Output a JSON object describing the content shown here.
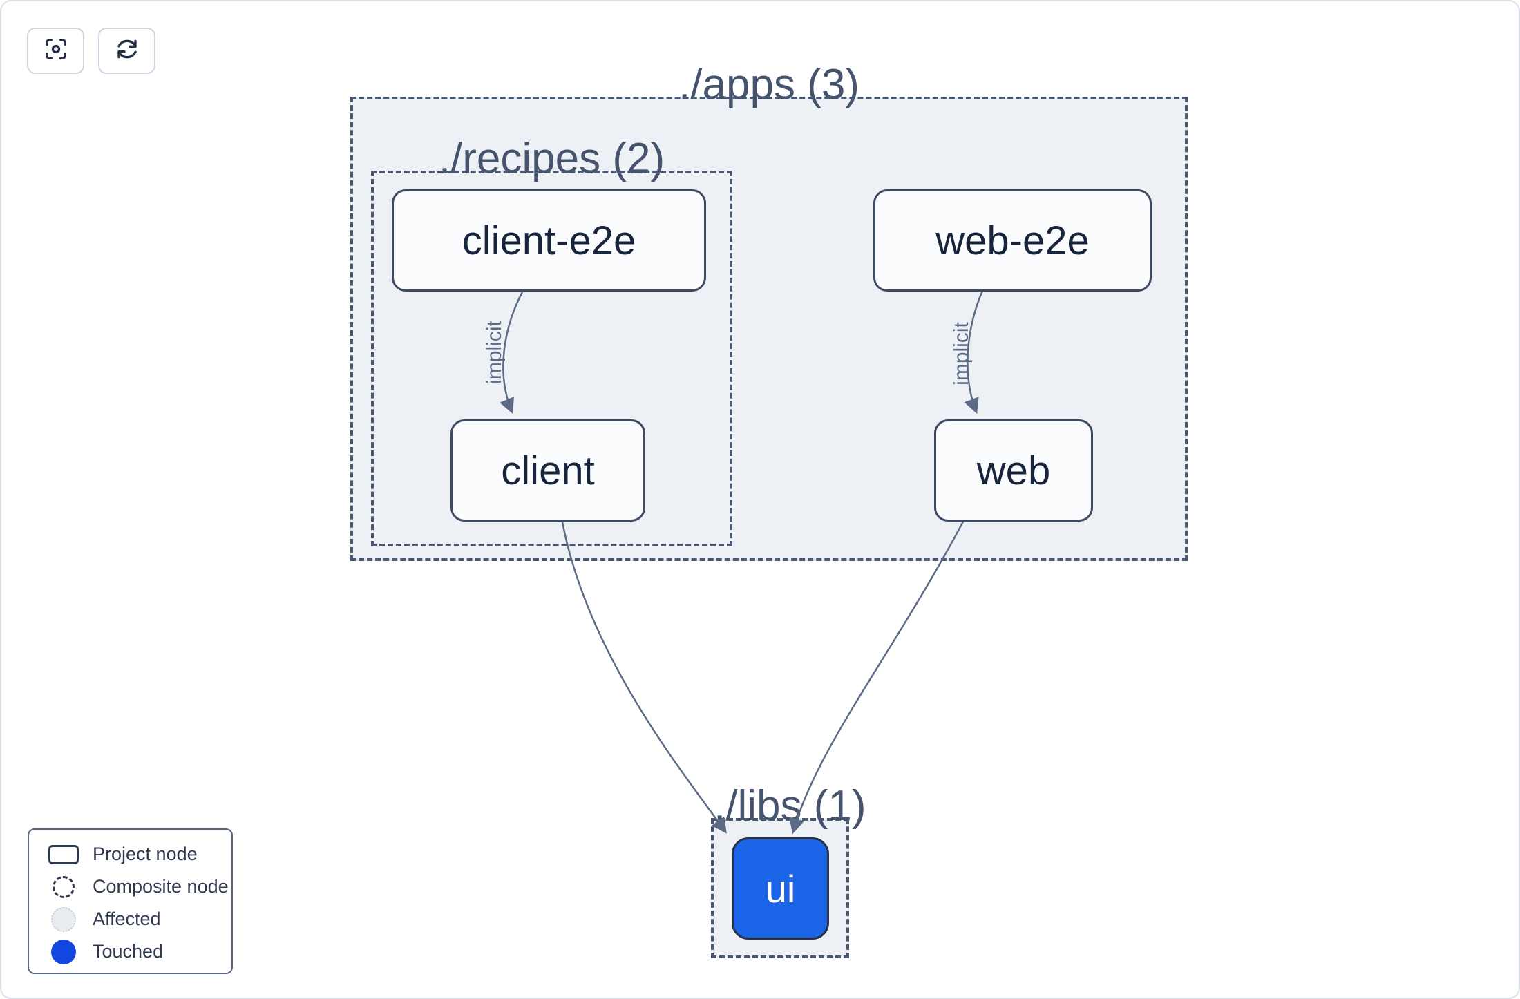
{
  "toolbar": {
    "buttons": [
      {
        "name": "center-graph",
        "icon": "focus-crosshair-icon"
      },
      {
        "name": "refresh-graph",
        "icon": "refresh-icon"
      }
    ]
  },
  "graph": {
    "groups": [
      {
        "id": "apps",
        "label": "./apps (3)"
      },
      {
        "id": "recipes",
        "label": "./recipes (2)"
      },
      {
        "id": "libs",
        "label": "./libs (1)"
      }
    ],
    "nodes": [
      {
        "id": "client-e2e",
        "label": "client-e2e",
        "type": "project",
        "state": "normal"
      },
      {
        "id": "web-e2e",
        "label": "web-e2e",
        "type": "project",
        "state": "normal"
      },
      {
        "id": "client",
        "label": "client",
        "type": "project",
        "state": "normal"
      },
      {
        "id": "web",
        "label": "web",
        "type": "project",
        "state": "normal"
      },
      {
        "id": "ui",
        "label": "ui",
        "type": "project",
        "state": "touched"
      }
    ],
    "edges": [
      {
        "from": "client-e2e",
        "to": "client",
        "label": "implicit"
      },
      {
        "from": "web-e2e",
        "to": "web",
        "label": "implicit"
      },
      {
        "from": "client",
        "to": "ui",
        "label": ""
      },
      {
        "from": "web",
        "to": "ui",
        "label": ""
      }
    ]
  },
  "legend": {
    "items": [
      {
        "label": "Project node",
        "swatch": "project-node-outline"
      },
      {
        "label": "Composite node",
        "swatch": "composite-node-dashed-circle"
      },
      {
        "label": "Affected",
        "swatch": "affected-circle"
      },
      {
        "label": "Touched",
        "swatch": "touched-circle"
      }
    ]
  },
  "colors": {
    "touched_blue": "#1247e0",
    "ui_node_blue": "#1c64e8",
    "edge": "#5c6b85",
    "container_fill": "#edf1f6",
    "dashed_border": "#4a586f",
    "node_border": "#3d4a63",
    "node_fill": "#fafcfd"
  }
}
